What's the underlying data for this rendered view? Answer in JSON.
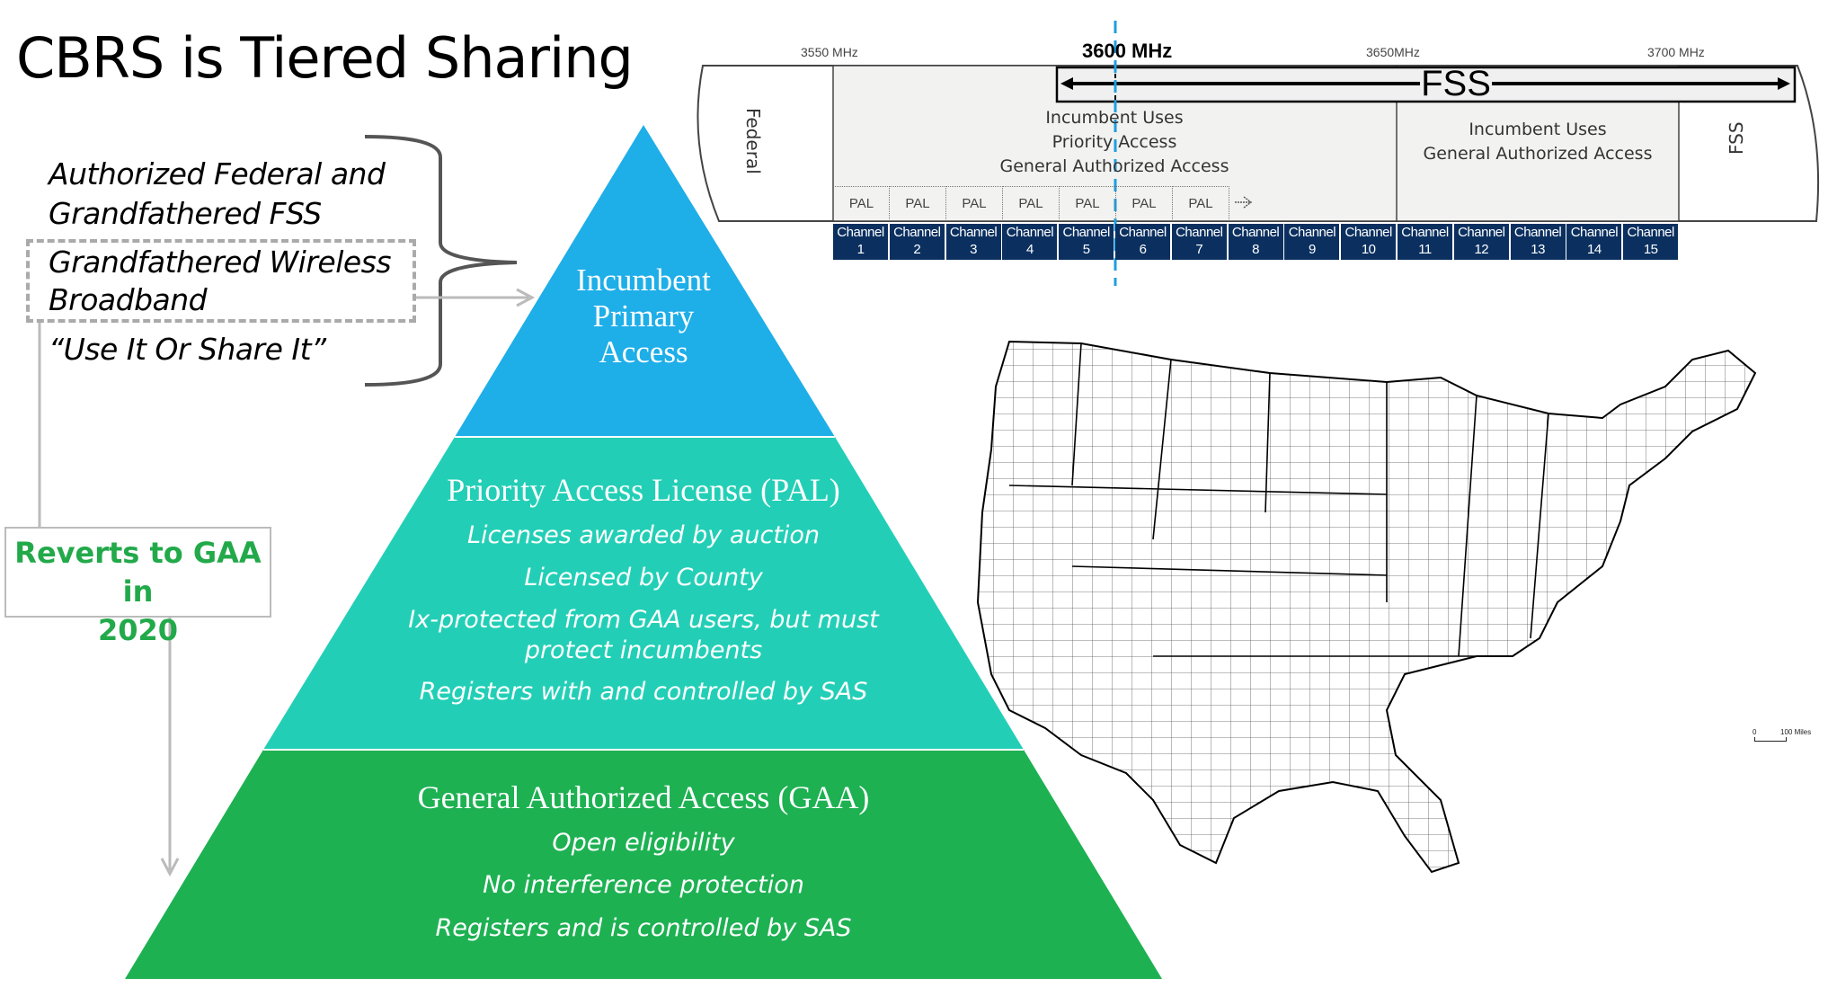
{
  "title": "CBRS is Tiered Sharing",
  "left": {
    "lines": [
      "Authorized Federal and",
      "Grandfathered FSS",
      "Grandfathered Wireless",
      "Broadband",
      "“Use It Or Share It”"
    ],
    "reverts": [
      "Reverts to GAA in",
      "2020"
    ]
  },
  "pyramid": {
    "top": {
      "title": [
        "Incumbent",
        "Primary",
        "Access"
      ],
      "color": "#1eaee8"
    },
    "middle": {
      "title": "Priority Access License (PAL)",
      "items": [
        "Licenses awarded by auction",
        "Licensed by County",
        "Ix-protected from GAA users, but must",
        "protect incumbents",
        "Registers with and controlled by SAS"
      ],
      "color": "#22cfb6"
    },
    "bottom": {
      "title": "General Authorized Access (GAA)",
      "items": [
        "Open eligibility",
        "No interference protection",
        "Registers and is controlled by SAS"
      ],
      "color": "#1db152"
    }
  },
  "spectrum": {
    "freqs": [
      "3550 MHz",
      "3600 MHz",
      "3650MHz",
      "3700 MHz"
    ],
    "federal": "Federal",
    "fss_top": "FSS",
    "fss_right": "FSS",
    "section1": [
      "Incumbent Uses",
      "Priority Access",
      "General Authorized Access"
    ],
    "section2": [
      "Incumbent Uses",
      "General Authorized Access"
    ],
    "pal": [
      "PAL",
      "PAL",
      "PAL",
      "PAL",
      "PAL",
      "PAL",
      "PAL"
    ],
    "channel_label": "Channel",
    "channels": [
      "1",
      "2",
      "3",
      "4",
      "5",
      "6",
      "7",
      "8",
      "9",
      "10",
      "11",
      "12",
      "13",
      "14",
      "15"
    ]
  },
  "map": {
    "scale_zero": "0",
    "scale_label": "100 Miles"
  }
}
